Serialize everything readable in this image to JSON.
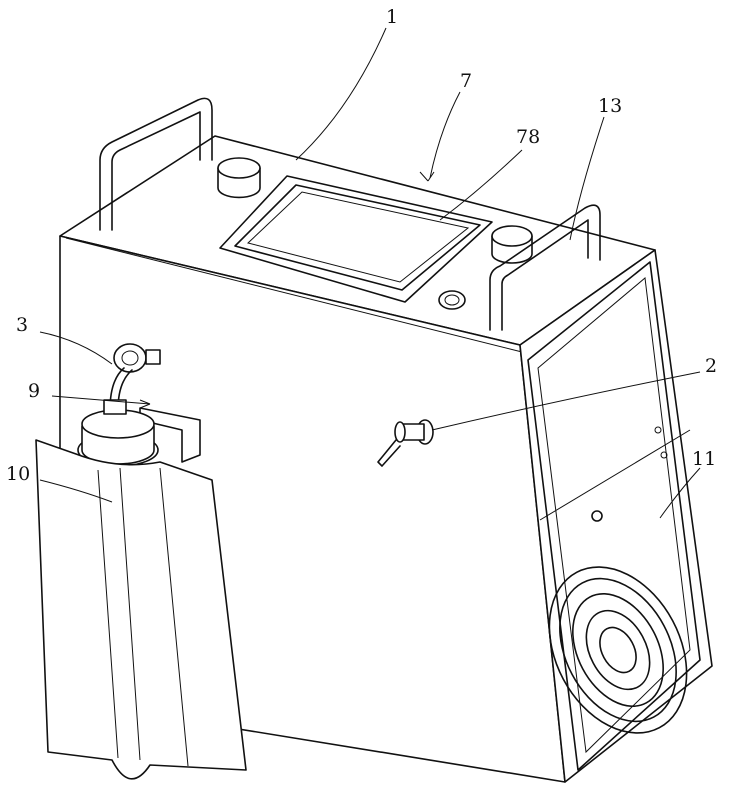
{
  "figure": {
    "reference_labels": {
      "housing": "1",
      "top_assembly": "7",
      "display_screen": "78",
      "handle": "13",
      "inlet_connector": "3",
      "tube": "9",
      "outlet_connector": "2",
      "bag": "10",
      "fan": "11"
    }
  }
}
